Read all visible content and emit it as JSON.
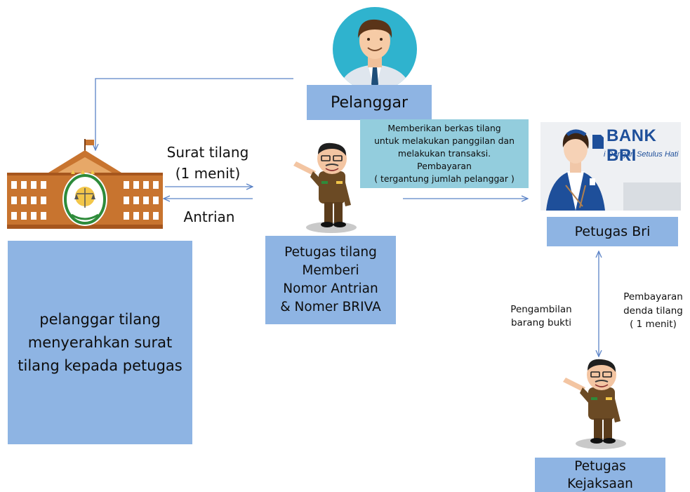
{
  "customer_box": {
    "label": "Pelanggar"
  },
  "officer_box": {
    "lines": [
      "Petugas tilang",
      "Memberi",
      "Nomor Antrian",
      "& Nomer BRIVA"
    ]
  },
  "violator_box": {
    "lines": [
      "pelanggar tilang",
      "menyerahkan surat",
      "tilang kepada petugas"
    ]
  },
  "bri_box": {
    "label": "Petugas Bri"
  },
  "prosecutor_box": {
    "lines": [
      "Petugas",
      "Kejaksaan"
    ]
  },
  "arrow_labels": {
    "surat": [
      "Surat tilang",
      "(1 menit)"
    ],
    "antrian": "Antrian",
    "bri_note": [
      "Memberikan berkas tilang",
      "untuk melakukan panggilan dan",
      "melakukan transaksi.",
      "Pembayaran",
      "( tergantung jumlah pelanggar )"
    ],
    "pengambilan": [
      "Pengambilan",
      "barang bukti"
    ],
    "pembayaran": [
      "Pembayaran",
      "denda tilang",
      "( 1 menit)"
    ]
  },
  "bank_logo": {
    "name": "BANK BRI",
    "tagline": "i Dengan Setulus Hati"
  },
  "colors": {
    "box": "#8eb4e3",
    "note": "#93cddd",
    "arrow": "#4f81bd",
    "building": "#c8742f"
  }
}
